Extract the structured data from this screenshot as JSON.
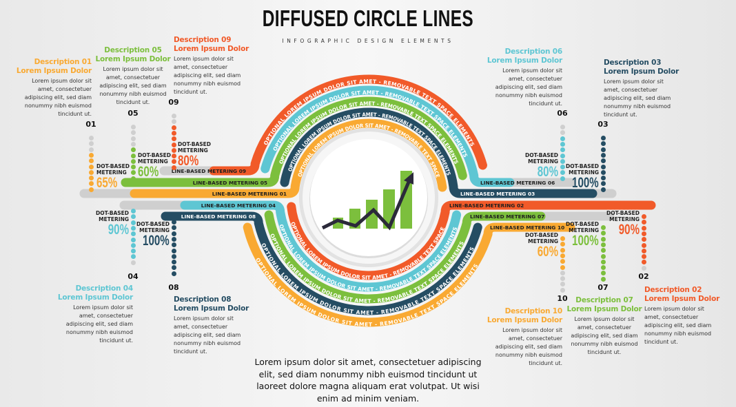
{
  "header": {
    "title": "DIFFUSED CIRCLE LINES",
    "subtitle": "INFOGRAPHIC DESIGN ELEMENTS"
  },
  "colors": {
    "orange": "#F15A29",
    "cyan": "#5EC6D3",
    "green": "#7CBF3D",
    "navy": "#254D63",
    "yellow": "#F9A932",
    "track": "#CFCFCF"
  },
  "descriptions": [
    {
      "id": "01",
      "title": "Description 01",
      "subtitle": "Lorem Ipsum Dolor",
      "color": "#F9A932",
      "body": [
        "Lorem ipsum dolor sit",
        "amet, consectetuer",
        "adipiscing elit, sed diam",
        "nonummy nibh euismod",
        "tincidunt ut."
      ]
    },
    {
      "id": "05",
      "title": "Description 05",
      "subtitle": "Lorem Ipsum Dolor",
      "color": "#7CBF3D",
      "body": [
        "Lorem ipsum dolor sit",
        "amet, consectetuer",
        "adipiscing elit, sed diam",
        "nonummy nibh euismod",
        "tincidunt ut."
      ]
    },
    {
      "id": "09",
      "title": "Description 09",
      "subtitle": "Lorem Ipsum Dolor",
      "color": "#F15A29",
      "body": [
        "Lorem ipsum dolor sit",
        "amet, consectetuer",
        "adipiscing elit, sed diam",
        "nonummy nibh euismod",
        "tincidunt ut."
      ]
    },
    {
      "id": "06",
      "title": "Description 06",
      "subtitle": "Lorem Ipsum Dolor",
      "color": "#5EC6D3",
      "body": [
        "Lorem ipsum dolor sit",
        "amet, consectetuer",
        "adipiscing elit, sed diam",
        "nonummy nibh euismod",
        "tincidunt ut."
      ]
    },
    {
      "id": "03",
      "title": "Description 03",
      "subtitle": "Lorem Ipsum Dolor",
      "color": "#254D63",
      "body": [
        "Lorem ipsum dolor sit",
        "amet, consectetuer",
        "adipiscing elit, sed diam",
        "nonummy nibh euismod",
        "tincidunt ut."
      ]
    },
    {
      "id": "04",
      "title": "Description 04",
      "subtitle": "Lorem Ipsum Dolor",
      "color": "#5EC6D3",
      "body": [
        "Lorem ipsum dolor sit",
        "amet, consectetuer",
        "adipiscing elit, sed diam",
        "nonummy nibh euismod",
        "tincidunt ut."
      ]
    },
    {
      "id": "08",
      "title": "Description 08",
      "subtitle": "Lorem Ipsum Dolor",
      "color": "#254D63",
      "body": [
        "Lorem ipsum dolor sit",
        "amet, consectetuer",
        "adipiscing elit, sed diam",
        "nonummy nibh euismod",
        "tincidunt ut."
      ]
    },
    {
      "id": "10",
      "title": "Description 10",
      "subtitle": "Lorem Ipsum Dolor",
      "color": "#F9A932",
      "body": [
        "Lorem ipsum dolor sit",
        "amet, consectetuer",
        "adipiscing elit, sed diam",
        "nonummy nibh euismod",
        "tincidunt ut."
      ]
    },
    {
      "id": "07",
      "title": "Description 07",
      "subtitle": "Lorem Ipsum Dolor",
      "color": "#7CBF3D",
      "body": [
        "Lorem ipsum dolor sit",
        "amet, consectetuer",
        "adipiscing elit, sed diam",
        "nonummy nibh euismod",
        "tincidunt ut."
      ]
    },
    {
      "id": "02",
      "title": "Description 02",
      "subtitle": "Lorem Ipsum Dolor",
      "color": "#F15A29",
      "body": [
        "Lorem ipsum dolor sit",
        "amet, consectetuer",
        "adipiscing elit, sed diam",
        "nonummy nibh euismod",
        "tincidunt ut."
      ]
    }
  ],
  "dot_meters": [
    {
      "id": "01",
      "line1": "DOT-BASED",
      "line2": "METERING",
      "percent": 65,
      "percent_text": "65%",
      "color": "#F9A932"
    },
    {
      "id": "05",
      "line1": "DOT-BASED",
      "line2": "METERING",
      "percent": 60,
      "percent_text": "60%",
      "color": "#7CBF3D"
    },
    {
      "id": "09",
      "line1": "DOT-BASED",
      "line2": "METERING",
      "percent": 80,
      "percent_text": "80%",
      "color": "#F15A29"
    },
    {
      "id": "06",
      "line1": "DOT-BASED",
      "line2": "METERING",
      "percent": 80,
      "percent_text": "80%",
      "color": "#5EC6D3"
    },
    {
      "id": "03",
      "line1": "DOT-BASED",
      "line2": "METERING",
      "percent": 100,
      "percent_text": "100%",
      "color": "#254D63"
    },
    {
      "id": "04",
      "line1": "DOT-BASED",
      "line2": "METERING",
      "percent": 90,
      "percent_text": "90%",
      "color": "#5EC6D3"
    },
    {
      "id": "08",
      "line1": "DOT-BASED",
      "line2": "METERING",
      "percent": 100,
      "percent_text": "100%",
      "color": "#254D63"
    },
    {
      "id": "10",
      "line1": "DOT-BASED",
      "line2": "METERING",
      "percent": 60,
      "percent_text": "60%",
      "color": "#F9A932"
    },
    {
      "id": "07",
      "line1": "DOT-BASED",
      "line2": "METERING",
      "percent": 100,
      "percent_text": "100%",
      "color": "#7CBF3D"
    },
    {
      "id": "02",
      "line1": "DOT-BASED",
      "line2": "METERING",
      "percent": 90,
      "percent_text": "90%",
      "color": "#F15A29"
    }
  ],
  "line_meters": [
    {
      "id": "09",
      "label": "LINE-BASED METERING 09",
      "color": "#F15A29",
      "arc_text": "OPTIONAL LOREM IPSUM DOLOR SIT AMET - REMOVABLE TEXT SPACE ELEMENTS"
    },
    {
      "id": "06",
      "label": "LINE-BASED METERING 06",
      "color": "#5EC6D3",
      "arc_text": "OPTIONAL LOREM IPSUM DOLOR SIT AMET - REMOVABLE TEXT SPACE ELEMENTS"
    },
    {
      "id": "05",
      "label": "LINE-BASED METERING 05",
      "color": "#7CBF3D",
      "arc_text": "OPTIONAL LOREM IPSUM DOLOR SIT AMET - REMOVABLE TEXT SPACE ELEMENTS"
    },
    {
      "id": "03",
      "label": "LINE-BASED METERING 03",
      "color": "#254D63",
      "arc_text": "OPTIONAL LOREM IPSUM DOLOR SIT AMET - REMOVABLE TEXT SPACE ELEMENTS"
    },
    {
      "id": "01",
      "label": "LINE-BASED METERING 01",
      "color": "#F9A932",
      "arc_text": "OPTIONAL LOREM IPSUM DOLOR SIT AMET - REMOVABLE TEXT SPACE"
    },
    {
      "id": "02",
      "label": "LINE-BASED METERING 02",
      "color": "#F15A29",
      "arc_text": "OPTIONAL LOREM IPSUM DOLOR SIT AMET - REMOVABLE TEXT SPACE"
    },
    {
      "id": "04",
      "label": "LINE-BASED METERING 04",
      "color": "#5EC6D3",
      "arc_text": "OPTIONAL LOREM IPSUM DOLOR SIT AMET - REMOVABLE TEXT SPACE ELEMENTS"
    },
    {
      "id": "07",
      "label": "LINE-BASED METERING 07",
      "color": "#7CBF3D",
      "arc_text": "OPTIONAL LOREM IPSUM DOLOR SIT AMET - REMOVABLE TEXT SPACE ELEMENTS"
    },
    {
      "id": "08",
      "label": "LINE-BASED METERING 08",
      "color": "#254D63",
      "arc_text": "OPTIONAL LOREM IPSUM DOLOR SIT AMET - REMOVABLE TEXT SPACE ELEMENTS"
    },
    {
      "id": "10",
      "label": "LINE-BASED METERING 10",
      "color": "#F9A932",
      "arc_text": "OPTIONAL LOREM IPSUM DOLOR SIT AMET - REMOVABLE TEXT SPACE ELEMENTS"
    }
  ],
  "center_icon": "growth-chart-icon",
  "footer_paragraph": [
    "Lorem ipsum dolor sit amet, consectetuer adipiscing",
    "elit, sed diam nonummy nibh euismod tincidunt ut",
    "laoreet dolore magna aliquam erat volutpat. Ut wisi",
    "enim ad minim veniam."
  ]
}
